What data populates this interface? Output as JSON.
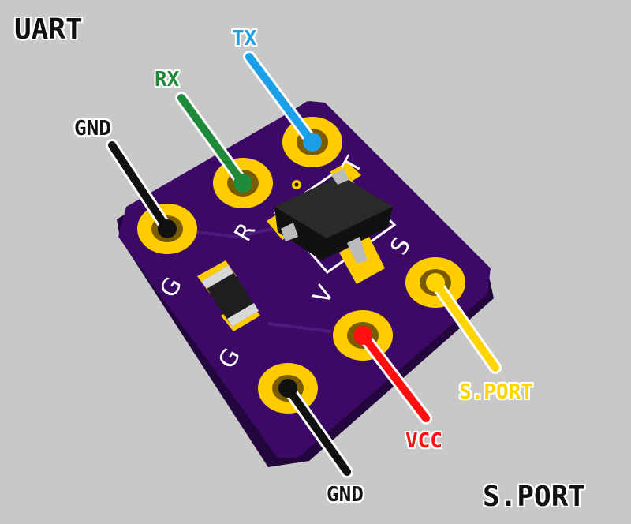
{
  "section_labels": {
    "uart": "UART",
    "sport": "S.PORT"
  },
  "wires": [
    {
      "id": "tx",
      "label": "TX",
      "color": "#1a9fe8"
    },
    {
      "id": "rx",
      "label": "RX",
      "color": "#1f8a3a"
    },
    {
      "id": "gnd1",
      "label": "GND",
      "color": "#111111"
    },
    {
      "id": "vcc",
      "label": "VCC",
      "color": "#ff1010"
    },
    {
      "id": "sport",
      "label": "S.PORT",
      "color": "#ffd400"
    },
    {
      "id": "gnd2",
      "label": "GND",
      "color": "#111111"
    }
  ],
  "silkscreen": {
    "t": "T",
    "r": "R",
    "s": "S",
    "v": "V",
    "g1": "G",
    "g2": "G"
  },
  "colors": {
    "background": "#c8c8c8",
    "pcb": "#3c0a66",
    "pad": "#ffcc00"
  }
}
